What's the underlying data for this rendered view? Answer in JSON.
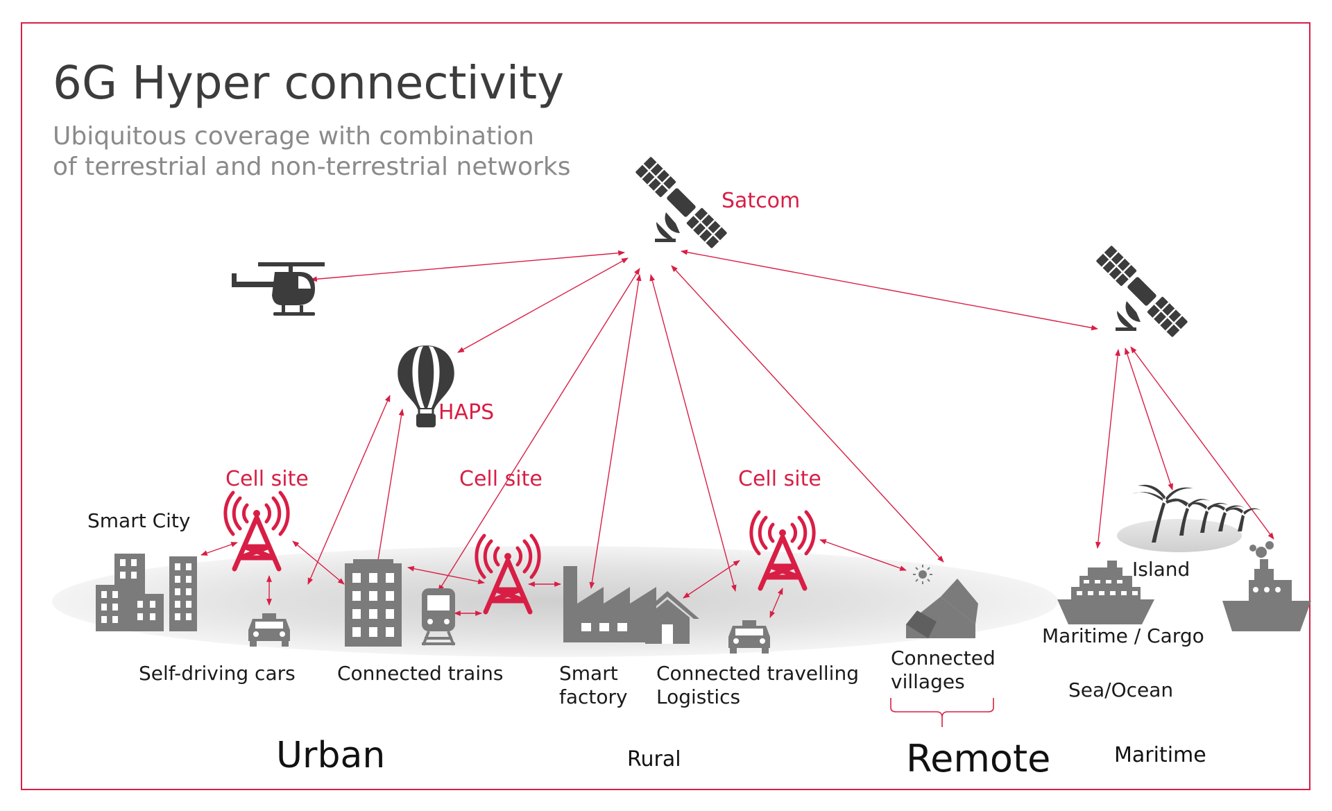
{
  "title": "6G Hyper connectivity",
  "subtitle_line1": "Ubiquitous coverage with combination",
  "subtitle_line2": "of terrestrial and non-terrestrial networks",
  "labels": {
    "satcom": "Satcom",
    "haps": "HAPS",
    "cell_site_1": "Cell site",
    "cell_site_2": "Cell site",
    "cell_site_3": "Cell site",
    "smart_city": "Smart City",
    "self_driving_cars": "Self-driving cars",
    "connected_trains": "Connected trains",
    "smart_factory_1": "Smart",
    "smart_factory_2": "factory",
    "connected_travelling_1": "Connected travelling",
    "connected_travelling_2": "Logistics",
    "connected_villages_1": "Connected",
    "connected_villages_2": "villages",
    "island": "Island",
    "maritime_cargo": "Maritime / Cargo",
    "sea_ocean": "Sea/Ocean"
  },
  "zones": {
    "urban": "Urban",
    "rural": "Rural",
    "remote": "Remote",
    "maritime": "Maritime"
  },
  "colors": {
    "accent": "#d81e45",
    "icon_dark": "#3c3c3c",
    "icon_grey": "#7b7b7b"
  },
  "icons": [
    "satellite-icon",
    "helicopter-icon",
    "balloon-icon",
    "cell-tower-icon",
    "buildings-icon",
    "car-icon",
    "train-icon",
    "factory-icon",
    "house-icon",
    "village-icon",
    "palm-island-icon",
    "cruise-ship-icon",
    "cargo-ship-icon"
  ]
}
